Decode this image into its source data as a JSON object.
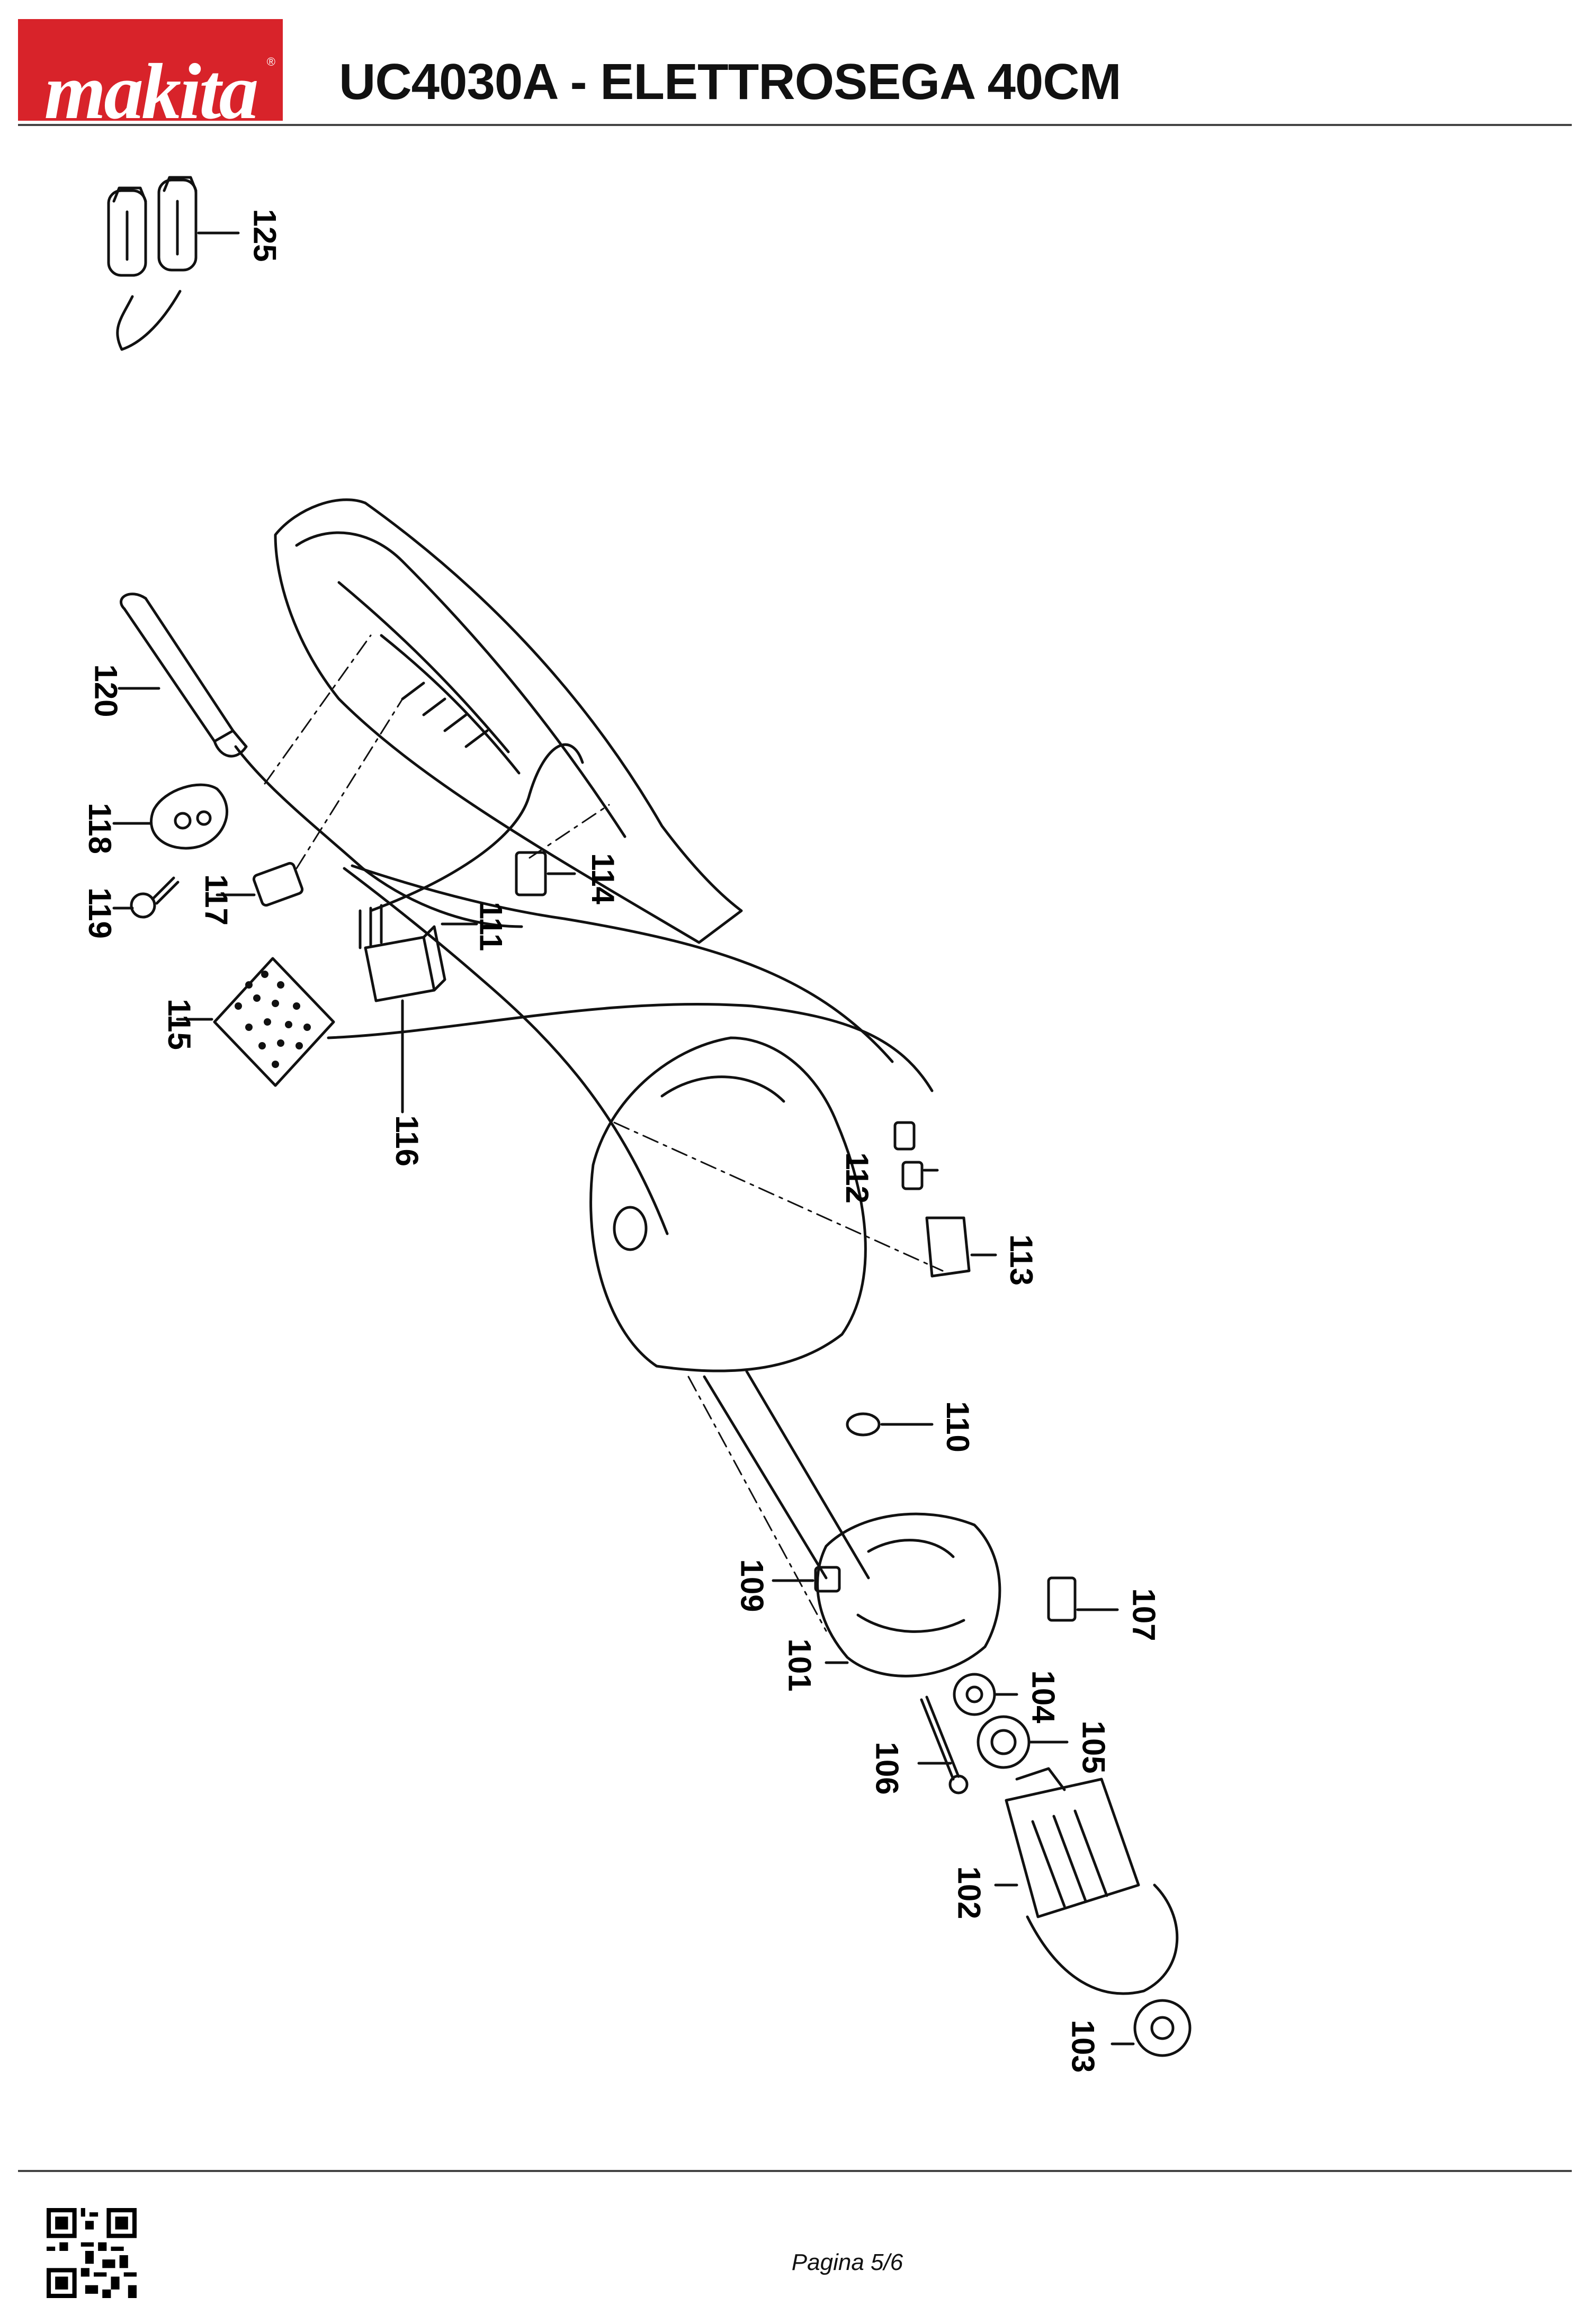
{
  "header": {
    "brand": "makita",
    "title": "UC4030A - ELETTROSEGA 40CM"
  },
  "callouts": [
    {
      "id": "125",
      "label": "125"
    },
    {
      "id": "120",
      "label": "120"
    },
    {
      "id": "118",
      "label": "118"
    },
    {
      "id": "119",
      "label": "119"
    },
    {
      "id": "117",
      "label": "117"
    },
    {
      "id": "111",
      "label": "111"
    },
    {
      "id": "114",
      "label": "114"
    },
    {
      "id": "115",
      "label": "115"
    },
    {
      "id": "116",
      "label": "116"
    },
    {
      "id": "112",
      "label": "112"
    },
    {
      "id": "113",
      "label": "113"
    },
    {
      "id": "110",
      "label": "110"
    },
    {
      "id": "109",
      "label": "109"
    },
    {
      "id": "107",
      "label": "107"
    },
    {
      "id": "101",
      "label": "101"
    },
    {
      "id": "104",
      "label": "104"
    },
    {
      "id": "105",
      "label": "105"
    },
    {
      "id": "106",
      "label": "106"
    },
    {
      "id": "102",
      "label": "102"
    },
    {
      "id": "103",
      "label": "103"
    }
  ],
  "footer": {
    "page": "Pagina 5/6"
  },
  "colors": {
    "brand_red": "#d8232a",
    "line": "#111111"
  }
}
